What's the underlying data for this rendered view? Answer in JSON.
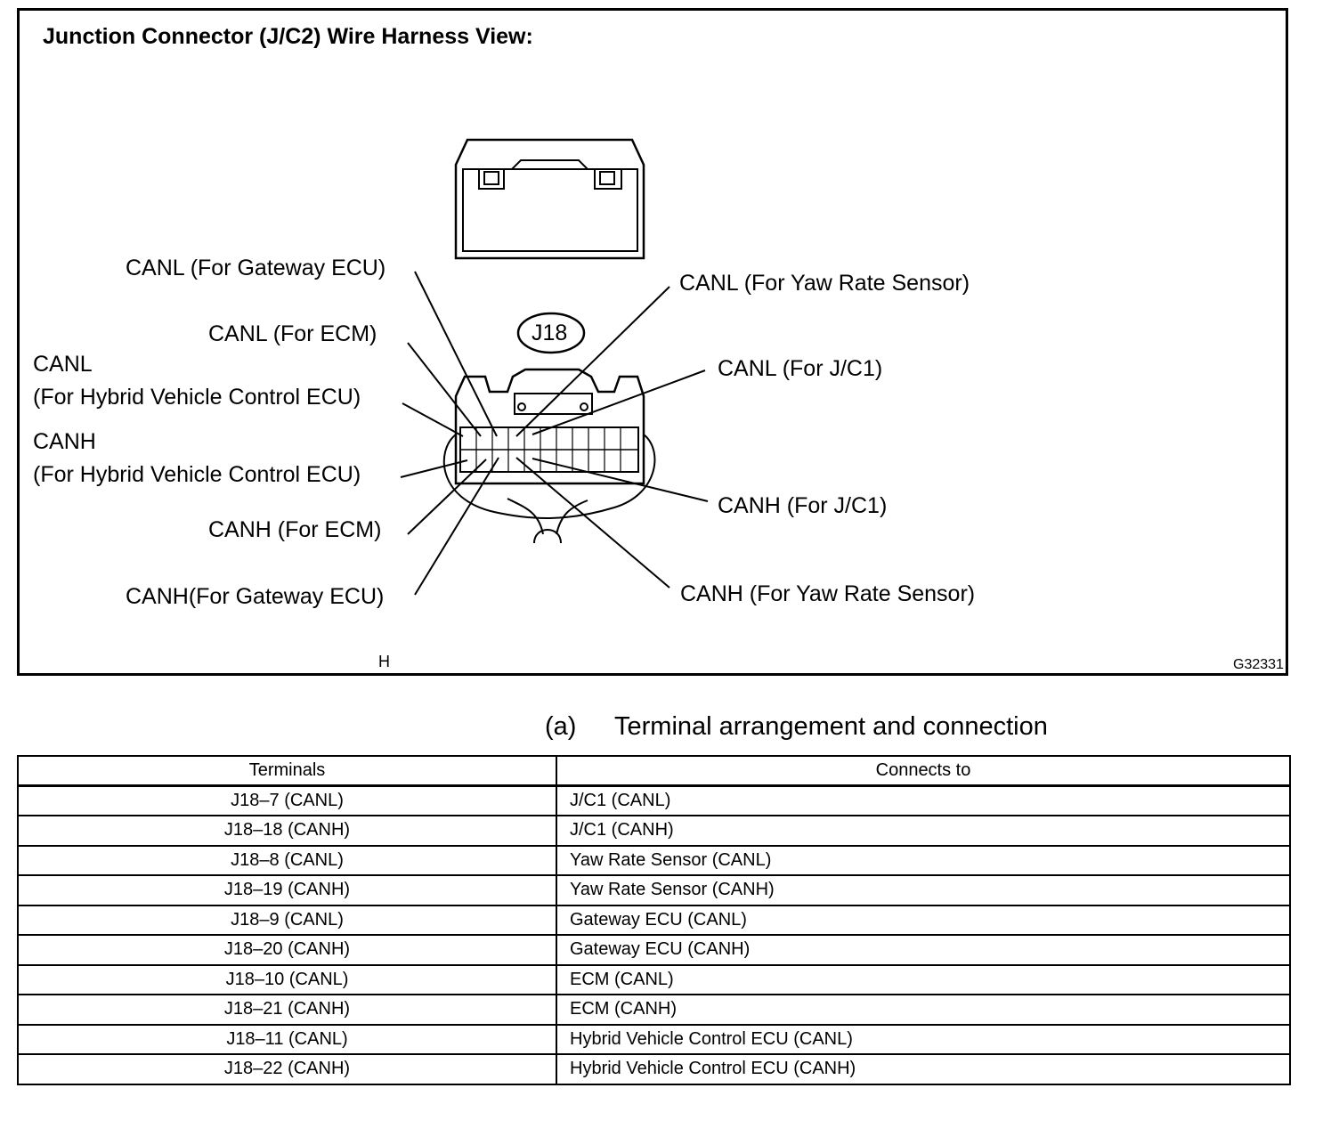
{
  "title": "Junction Connector (J/C2) Wire Harness View:",
  "connector_id": "J18",
  "labels": {
    "canl_gateway": "CANL (For Gateway ECU)",
    "canl_ecm": "CANL (For ECM)",
    "canl_hv_1": "CANL",
    "canl_hv_2": "(For Hybrid Vehicle Control ECU)",
    "canh_hv_1": "CANH",
    "canh_hv_2": "(For Hybrid Vehicle Control ECU)",
    "canh_ecm": "CANH (For ECM)",
    "canh_gateway": "CANH(For Gateway ECU)",
    "canl_yaw": "CANL (For Yaw Rate Sensor)",
    "canl_jc1": "CANL (For J/C1)",
    "canh_jc1": "CANH (For J/C1)",
    "canh_yaw": "CANH (For Yaw Rate Sensor)"
  },
  "corner_h": "H",
  "figure_code": "G32331",
  "caption": {
    "letter": "(a)",
    "text": "Terminal arrangement and connection"
  },
  "table": {
    "headers": [
      "Terminals",
      "Connects to"
    ],
    "rows": [
      [
        "J18–7 (CANL)",
        "J/C1 (CANL)"
      ],
      [
        "J18–18 (CANH)",
        "J/C1 (CANH)"
      ],
      [
        "J18–8 (CANL)",
        "Yaw Rate Sensor (CANL)"
      ],
      [
        "J18–19 (CANH)",
        "Yaw Rate Sensor (CANH)"
      ],
      [
        "J18–9 (CANL)",
        "Gateway ECU (CANL)"
      ],
      [
        "J18–20 (CANH)",
        "Gateway ECU (CANH)"
      ],
      [
        "J18–10 (CANL)",
        "ECM (CANL)"
      ],
      [
        "J18–21 (CANH)",
        "ECM (CANH)"
      ],
      [
        "J18–11 (CANL)",
        "Hybrid Vehicle Control ECU (CANL)"
      ],
      [
        "J18–22 (CANH)",
        "Hybrid Vehicle Control ECU (CANH)"
      ]
    ]
  }
}
